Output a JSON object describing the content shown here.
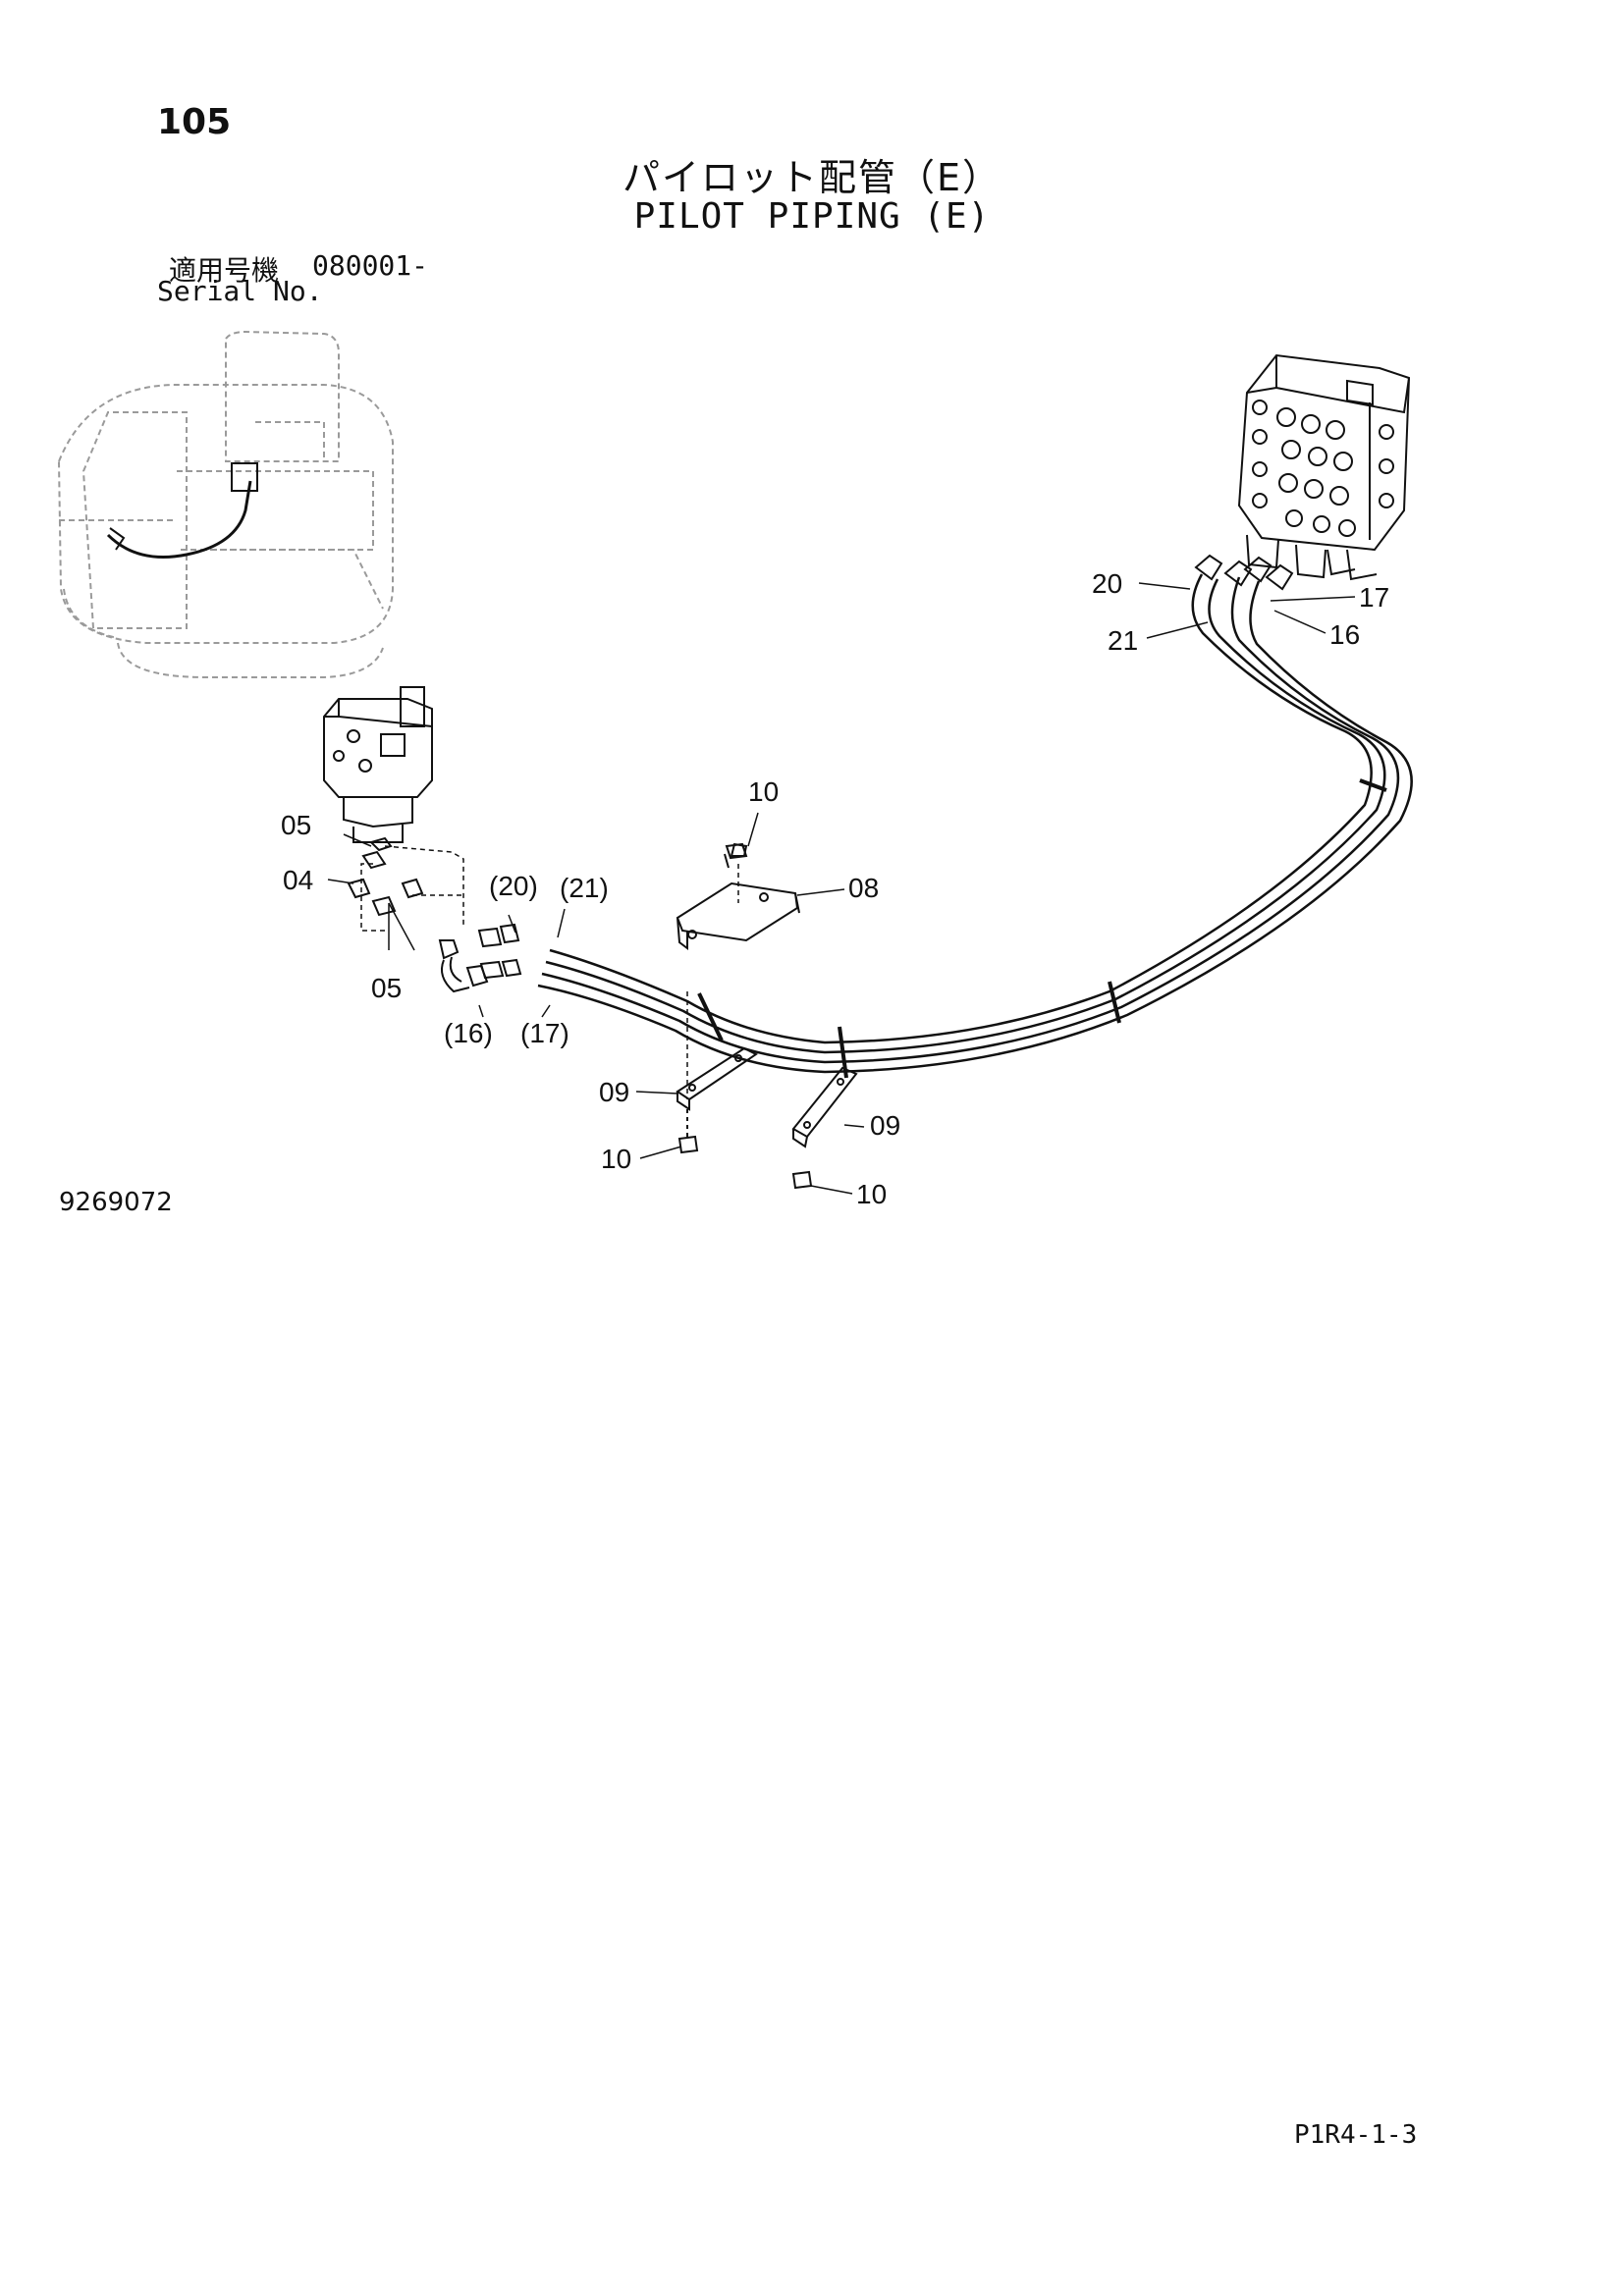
{
  "page_number": "105",
  "title_jp": "パイロット配管（E）",
  "title_en": "PILOT PIPING (E)",
  "serial_label_jp": "適用号機",
  "serial_code": "080001-",
  "serial_label_en": "Serial No.",
  "drawing_number": "9269072",
  "sheet_code": "P1R4-1-3",
  "part_labels": {
    "p20_top": "20",
    "p21_top": "21",
    "p17_top": "17",
    "p16_top": "16",
    "p10_a": "10",
    "p08": "08",
    "p05_a": "05",
    "p04": "04",
    "p20_paren": "(20)",
    "p21_paren": "(21)",
    "p05_b": "05",
    "p16_paren": "(16)",
    "p17_paren": "(17)",
    "p09_a": "09",
    "p09_b": "09",
    "p10_b": "10",
    "p10_c": "10"
  },
  "colors": {
    "line": "#111111",
    "faint": "#9a9a9a"
  }
}
